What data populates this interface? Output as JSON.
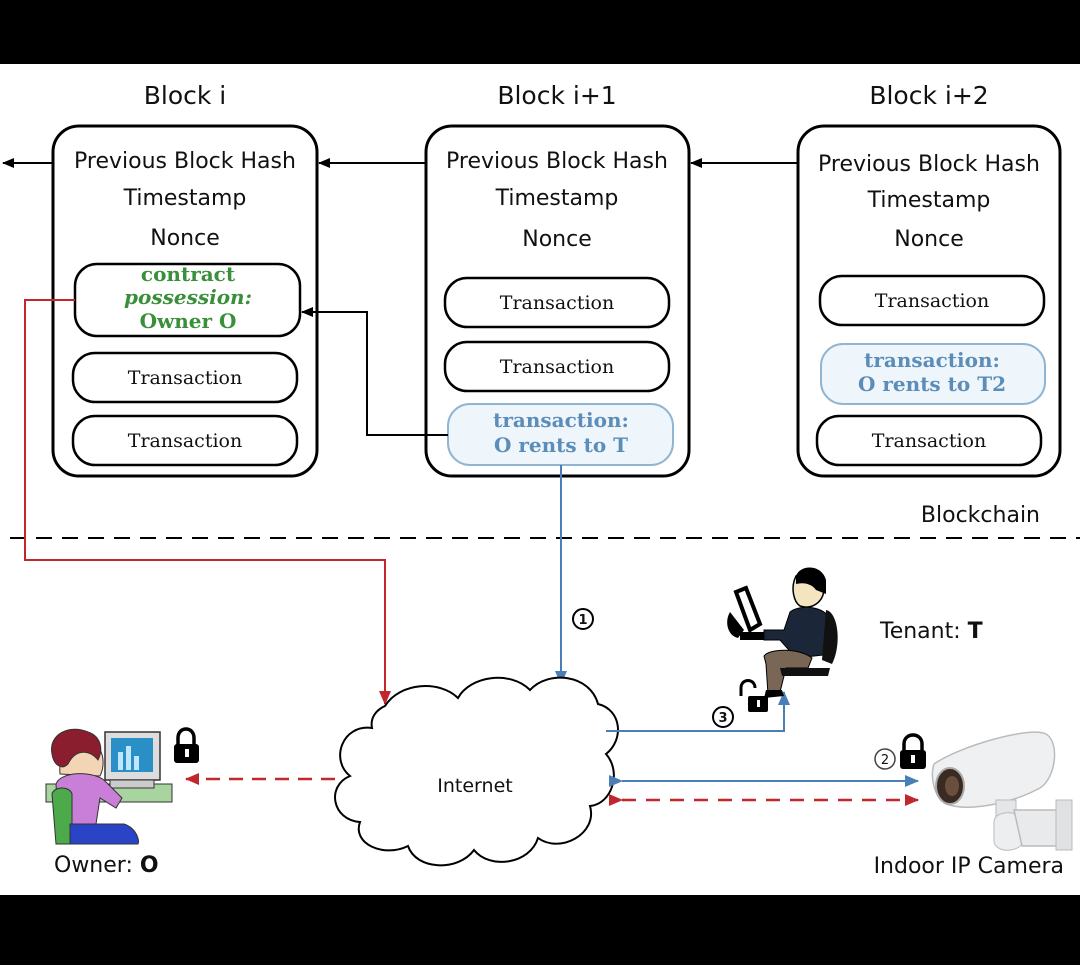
{
  "title": "Blockchain-based IP camera rental diagram",
  "colors": {
    "blockchain_green": "#3a8f3a",
    "tx_blue": "#5b8db8",
    "link_red": "#c0282d",
    "link_blue": "#4a7fb5",
    "tx_highlight_fill": "#eef5fb"
  },
  "blocks": [
    {
      "label": "Block i",
      "fields": [
        "Previous Block Hash",
        "Timestamp",
        "Nonce"
      ],
      "entries": [
        {
          "lines": [
            "contract",
            "possession:",
            "Owner O"
          ],
          "style": "contract"
        },
        {
          "lines": [
            "Transaction"
          ],
          "style": "plain"
        },
        {
          "lines": [
            "Transaction"
          ],
          "style": "plain"
        }
      ]
    },
    {
      "label": "Block i+1",
      "fields": [
        "Previous Block Hash",
        "Timestamp",
        "Nonce"
      ],
      "entries": [
        {
          "lines": [
            "Transaction"
          ],
          "style": "plain"
        },
        {
          "lines": [
            "Transaction"
          ],
          "style": "plain"
        },
        {
          "lines": [
            "transaction:",
            "O rents to T"
          ],
          "style": "highlight"
        }
      ]
    },
    {
      "label": "Block i+2",
      "fields": [
        "Previous Block Hash",
        "Timestamp",
        "Nonce"
      ],
      "entries": [
        {
          "lines": [
            "Transaction"
          ],
          "style": "plain"
        },
        {
          "lines": [
            "transaction:",
            "O rents to T2"
          ],
          "style": "highlight"
        },
        {
          "lines": [
            "Transaction"
          ],
          "style": "plain"
        }
      ]
    }
  ],
  "labels": {
    "blockchain": "Blockchain",
    "internet": "Internet",
    "owner_prefix": "Owner: ",
    "owner_bold": "O",
    "tenant_prefix": "Tenant: ",
    "tenant_bold": "T",
    "camera": "Indoor IP Camera"
  },
  "steps": {
    "step1": "①",
    "step2": "②",
    "step3": "③"
  },
  "icons": [
    "lock-closed-icon",
    "lock-open-icon",
    "lock-closed-icon",
    "cloud-icon",
    "owner-person-icon",
    "tenant-person-icon",
    "ip-camera-icon"
  ]
}
